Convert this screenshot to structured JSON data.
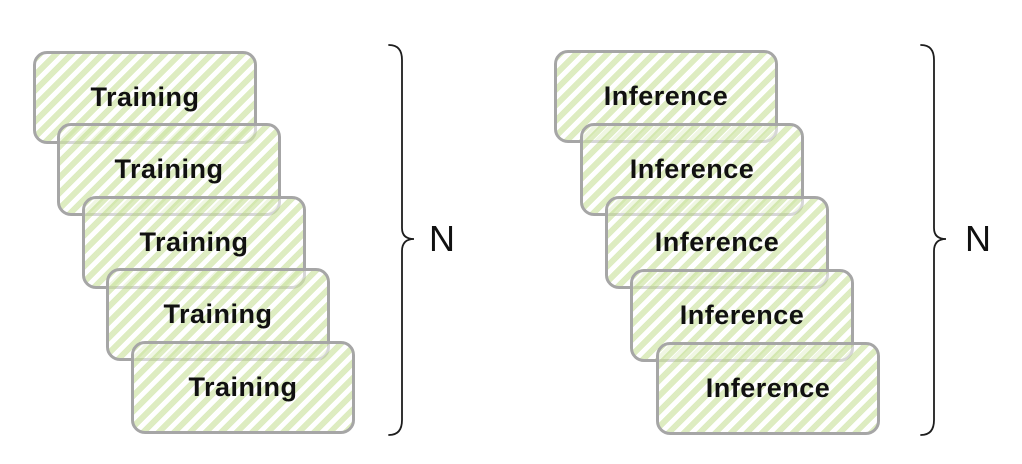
{
  "diagram": {
    "groups": [
      {
        "id": "training",
        "box_label": "Training",
        "copies": 5,
        "count_label": "N"
      },
      {
        "id": "inference",
        "box_label": "Inference",
        "copies": 5,
        "count_label": "N"
      }
    ],
    "colors": {
      "stripe_green": "#abd16466",
      "box_fill": "#ffffff8c",
      "box_border": "#a6a6a6",
      "text_color": "#111111",
      "brace_color": "#1d1d1d",
      "canvas_bg": "#ffffff"
    }
  }
}
